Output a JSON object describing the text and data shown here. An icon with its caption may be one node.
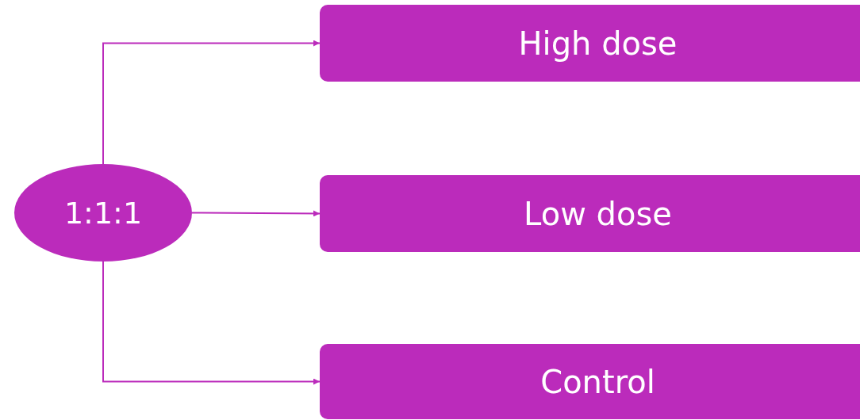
{
  "diagram": {
    "nodes": [
      {
        "text": [
          "1:1:1"
        ]
      },
      {
        "text": [
          "High dose"
        ]
      },
      {
        "text": [
          "Low dose"
        ]
      },
      {
        "text": [
          "Control"
        ]
      }
    ],
    "edges": [
      {
        "from": 0,
        "to": 1,
        "arrow": "to"
      },
      {
        "from": 0,
        "to": 2,
        "arrow": "to"
      },
      {
        "from": 0,
        "to": 3,
        "arrow": "to"
      }
    ]
  }
}
